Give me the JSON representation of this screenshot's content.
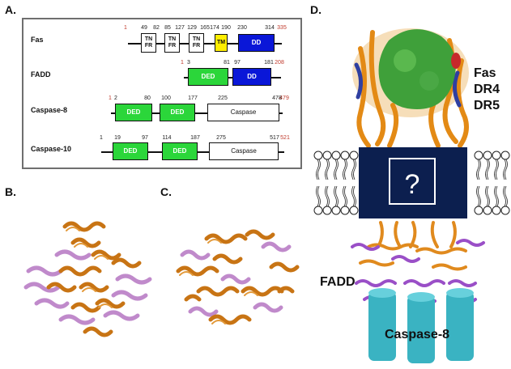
{
  "labels": {
    "a": "A.",
    "b": "B.",
    "c": "C.",
    "d": "D."
  },
  "proteins": [
    {
      "name": "Fas",
      "start": "1",
      "end": "335",
      "domains": [
        {
          "label": "TN\nFR",
          "kind": "tnfr",
          "n1": "49",
          "n2": "82"
        },
        {
          "label": "TN\nFR",
          "kind": "tnfr",
          "n1": "85",
          "n2": "127"
        },
        {
          "label": "TN\nFR",
          "kind": "tnfr",
          "n1": "129",
          "n2": "165"
        },
        {
          "label": "TM",
          "kind": "tm",
          "n1": "174",
          "n2": "190"
        },
        {
          "label": "DD",
          "kind": "dd",
          "n1": "230",
          "n2": "314"
        }
      ]
    },
    {
      "name": "FADD",
      "start": "1",
      "end": "208",
      "domains": [
        {
          "label": "DED",
          "kind": "ded",
          "n1": "3",
          "n2": "81"
        },
        {
          "label": "DD",
          "kind": "dd",
          "n1": "97",
          "n2": "181"
        }
      ]
    },
    {
      "name": "Caspase-8",
      "start": "1",
      "end": "479",
      "domains": [
        {
          "label": "DED",
          "kind": "ded",
          "n1": "2",
          "n2": "80"
        },
        {
          "label": "DED",
          "kind": "ded",
          "n1": "100",
          "n2": "177"
        },
        {
          "label": "Caspase",
          "kind": "casp",
          "n1": "225",
          "n2": "478"
        }
      ]
    },
    {
      "name": "Caspase-10",
      "start": "1",
      "end": "521",
      "domains": [
        {
          "label": "DED",
          "kind": "ded",
          "n1": "19",
          "n2": "97"
        },
        {
          "label": "DED",
          "kind": "ded",
          "n1": "114",
          "n2": "187"
        },
        {
          "label": "Caspase",
          "kind": "casp",
          "n1": "275",
          "n2": "517"
        }
      ]
    }
  ],
  "panel_d": {
    "receptors": [
      "Fas",
      "DR4",
      "DR5"
    ],
    "question": "?",
    "adaptor": "FADD",
    "caspase": "Caspase-8"
  },
  "colors": {
    "ded": "#2bd63a",
    "dd": "#0a17d8",
    "tm": "#ffee00",
    "orange": "#e08a1e",
    "violet": "#c08acb",
    "teal": "#3ab3c2",
    "navy": "#0c1f4f"
  }
}
